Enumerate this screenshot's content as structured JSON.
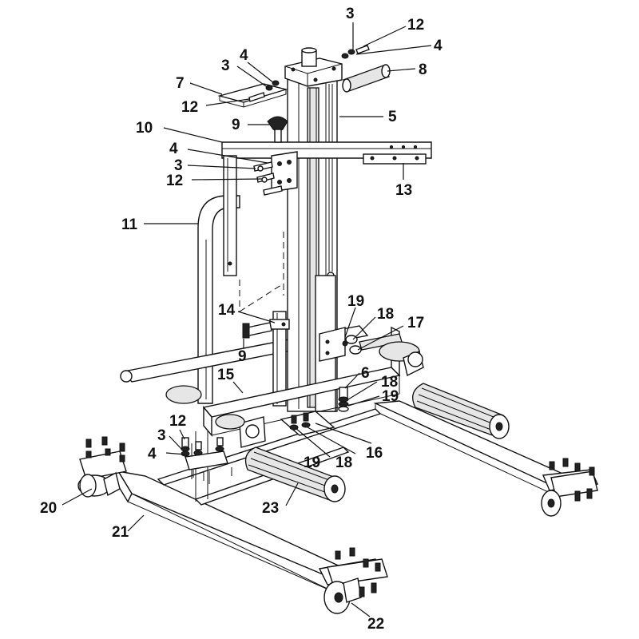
{
  "callouts": {
    "c3_top": "3",
    "c12_top": "12",
    "c4_top": "4",
    "c8": "8",
    "c4_tray": "4",
    "c3_tray": "3",
    "c7": "7",
    "c12_tray": "12",
    "c5": "5",
    "c9_top": "9",
    "c10": "10",
    "c4_plate": "4",
    "c3_plate": "3",
    "c12_plate": "12",
    "c13": "13",
    "c11": "11",
    "c14": "14",
    "c9_low": "9",
    "c19_upper": "19",
    "c18_upper": "18",
    "c17": "17",
    "c15": "15",
    "c6": "6",
    "c18_mid": "18",
    "c19_mid": "19",
    "c12_low": "12",
    "c3_low": "3",
    "c4_low": "4",
    "c16": "16",
    "c18_low": "18",
    "c19_low": "19",
    "c20": "20",
    "c21": "21",
    "c23": "23",
    "c22": "22"
  }
}
